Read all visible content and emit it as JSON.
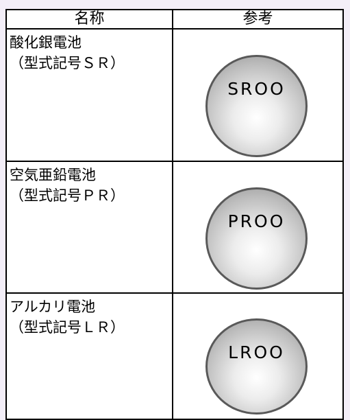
{
  "header": {
    "name": "名称",
    "reference": "参考"
  },
  "rows": [
    {
      "name": "酸化銀電池",
      "code": "（型式記号ＳＲ）",
      "label": "SROO"
    },
    {
      "name": "空気亜鉛電池",
      "code": "（型式記号ＰＲ）",
      "label": "PROO"
    },
    {
      "name": "アルカリ電池",
      "code": "（型式記号ＬＲ）",
      "label": "LROO"
    }
  ],
  "colors": {
    "background": "#f3eef8",
    "border": "#000000",
    "battery_edge": "#595959"
  }
}
